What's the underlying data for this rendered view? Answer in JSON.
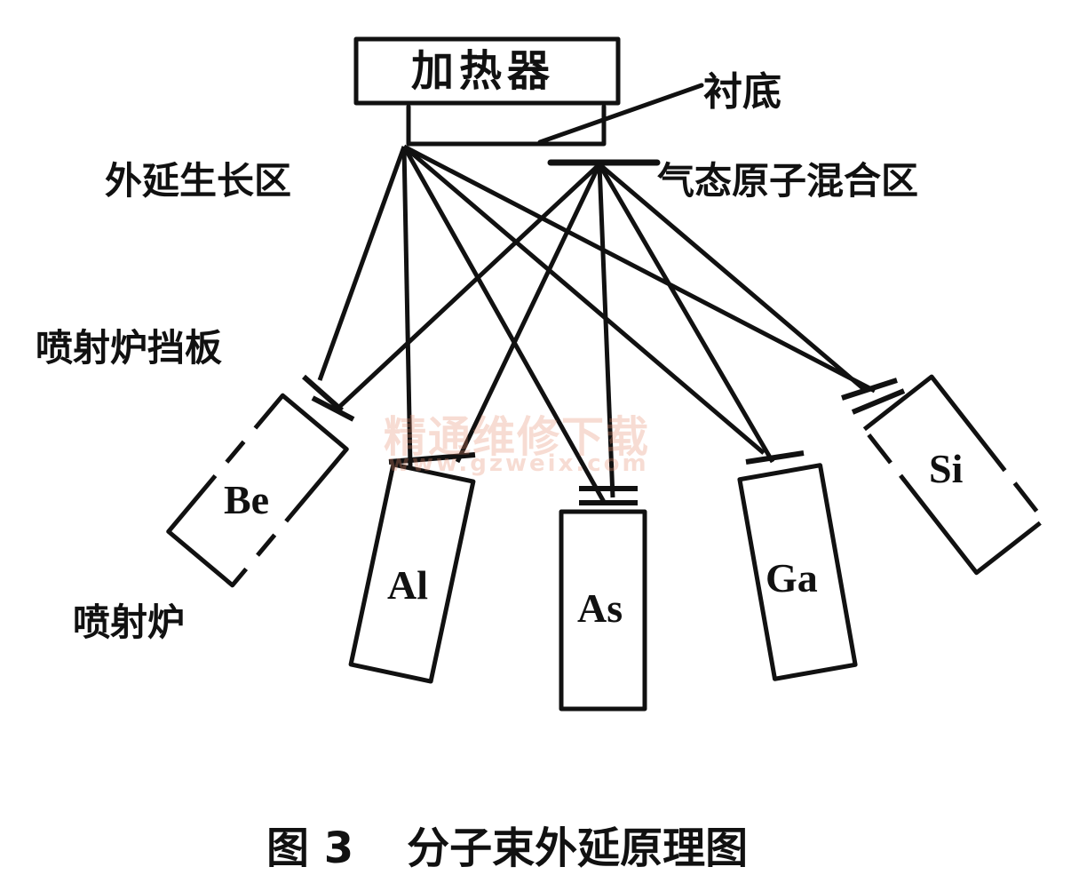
{
  "labels": {
    "heater": "加热器",
    "substrate": "衬底",
    "epitaxial_zone": "外延生长区",
    "mixing_zone": "气态原子混合区",
    "shutter": "喷射炉挡板",
    "furnace": "喷射炉"
  },
  "cells": [
    {
      "id": "be",
      "label": "Be"
    },
    {
      "id": "al",
      "label": "Al"
    },
    {
      "id": "as",
      "label": "As"
    },
    {
      "id": "ga",
      "label": "Ga"
    },
    {
      "id": "si",
      "label": "Si"
    }
  ],
  "watermark": {
    "cn": "精通维修下载",
    "url": "www.gzweix.com"
  },
  "caption": {
    "figure_no": "图 3",
    "title": "分子束外延原理图"
  }
}
